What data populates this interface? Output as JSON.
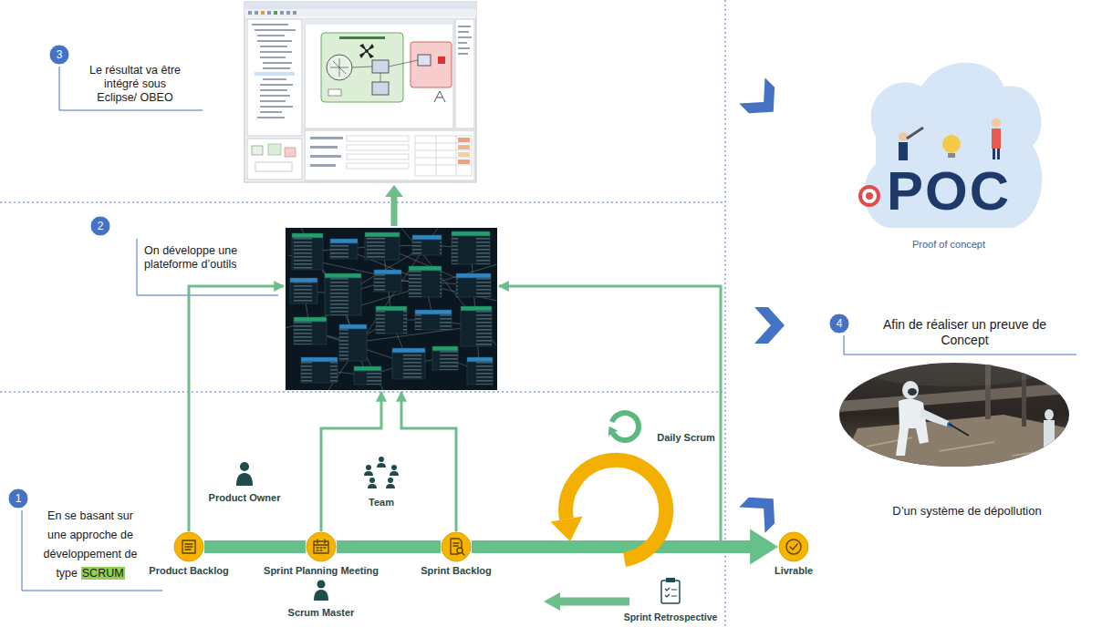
{
  "diagram": {
    "nodes": [
      {
        "text": [
          "3"
        ]
      },
      {
        "text": [
          "2"
        ]
      },
      {
        "text": [
          "4"
        ]
      },
      {
        "text": [
          "1"
        ]
      },
      {
        "text": [
          "Product Backlog"
        ]
      },
      {
        "text": [
          "Sprint Planning Meeting"
        ]
      },
      {
        "text": [
          "Sprint Backlog"
        ]
      },
      {
        "text": [
          "Livrable"
        ]
      }
    ],
    "edges": [
      {
        "from": 4,
        "to": 5,
        "arrow": "none"
      },
      {
        "from": 5,
        "to": 6,
        "arrow": "none"
      },
      {
        "from": 6,
        "to": 7,
        "arrow": "to"
      }
    ],
    "labels": [
      "Le résultat va être intégré sous Eclipse/ OBEO",
      "POC",
      "Proof of concept",
      "On développe une plateforme d’outils",
      "Afin de réaliser un preuve de Concept",
      "Daily Scrum",
      "Product Owner",
      "Team",
      "En se basant sur une approche de développement de type",
      "SCRUM",
      "D’un système de dépollution",
      "Scrum Master",
      "Sprint Retrospective"
    ]
  }
}
